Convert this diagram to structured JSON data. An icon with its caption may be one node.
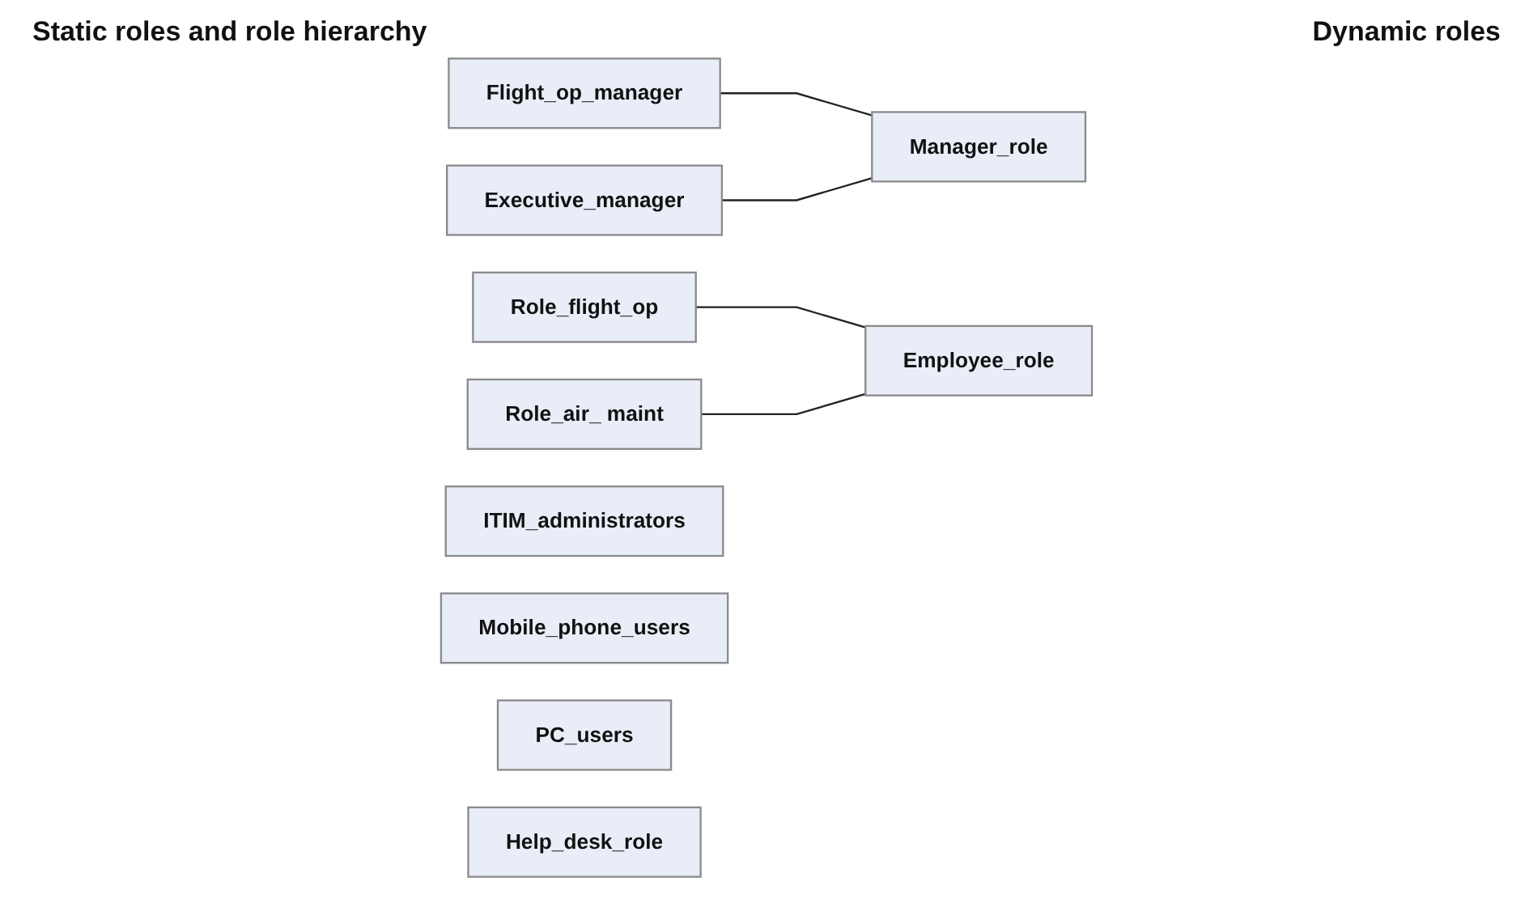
{
  "diagram": {
    "nodes": [
      {
        "text": [
          "Flight_op_manager"
        ]
      },
      {
        "text": [
          "Executive_manager"
        ]
      },
      {
        "text": [
          "Manager_role"
        ]
      },
      {
        "text": [
          "Role_flight_op"
        ]
      },
      {
        "text": [
          "Role_air_ maint"
        ]
      },
      {
        "text": [
          "Employee_role"
        ]
      },
      {
        "text": [
          "ITIM_administrators"
        ]
      },
      {
        "text": [
          "Mobile_phone_users"
        ]
      },
      {
        "text": [
          "PC_users"
        ]
      },
      {
        "text": [
          "Help_desk_role"
        ]
      }
    ],
    "edges": [
      {
        "from": 0,
        "to": 2,
        "arrow": "none"
      },
      {
        "from": 1,
        "to": 2,
        "arrow": "none"
      },
      {
        "from": 3,
        "to": 5,
        "arrow": "none"
      },
      {
        "from": 4,
        "to": 5,
        "arrow": "none"
      }
    ],
    "labels": [
      "Static roles and role hierarchy",
      "Dynamic roles"
    ]
  }
}
